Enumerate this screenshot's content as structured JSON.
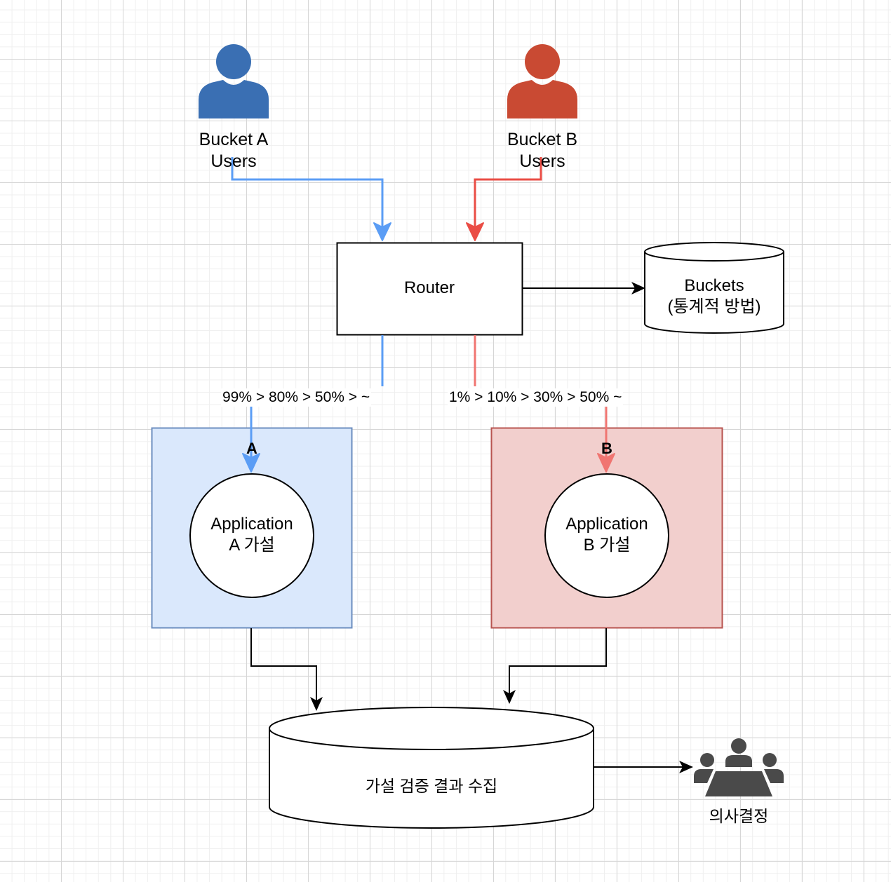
{
  "users": {
    "a": {
      "line1": "Bucket A",
      "line2": "Users",
      "color": "#3a6fb3"
    },
    "b": {
      "line1": "Bucket B",
      "line2": "Users",
      "color": "#c94a33"
    }
  },
  "router": {
    "label": "Router"
  },
  "buckets_store": {
    "line1": "Buckets",
    "line2": "(통계적 방법)"
  },
  "split": {
    "a": "99% > 80% > 50% > ~",
    "b": "1% > 10% > 30% > 50% ~"
  },
  "boxes": {
    "a": {
      "title": "A",
      "app_line1": "Application",
      "app_line2": "A 가설",
      "fill": "#dae8fc",
      "stroke": "#6c8ebf"
    },
    "b": {
      "title": "B",
      "app_line1": "Application",
      "app_line2": "B 가설",
      "fill": "#f2cfcd",
      "stroke": "#b85450"
    }
  },
  "results_store": {
    "label": "가설 검증 결과 수집"
  },
  "decision": {
    "label": "의사결정",
    "icon": "meeting-group-icon"
  },
  "colors": {
    "arrow_blue": "#5b9df5",
    "arrow_red": "#ea4d45",
    "arrow_red_light": "#f07571",
    "people_gray": "#4a4a4a"
  }
}
